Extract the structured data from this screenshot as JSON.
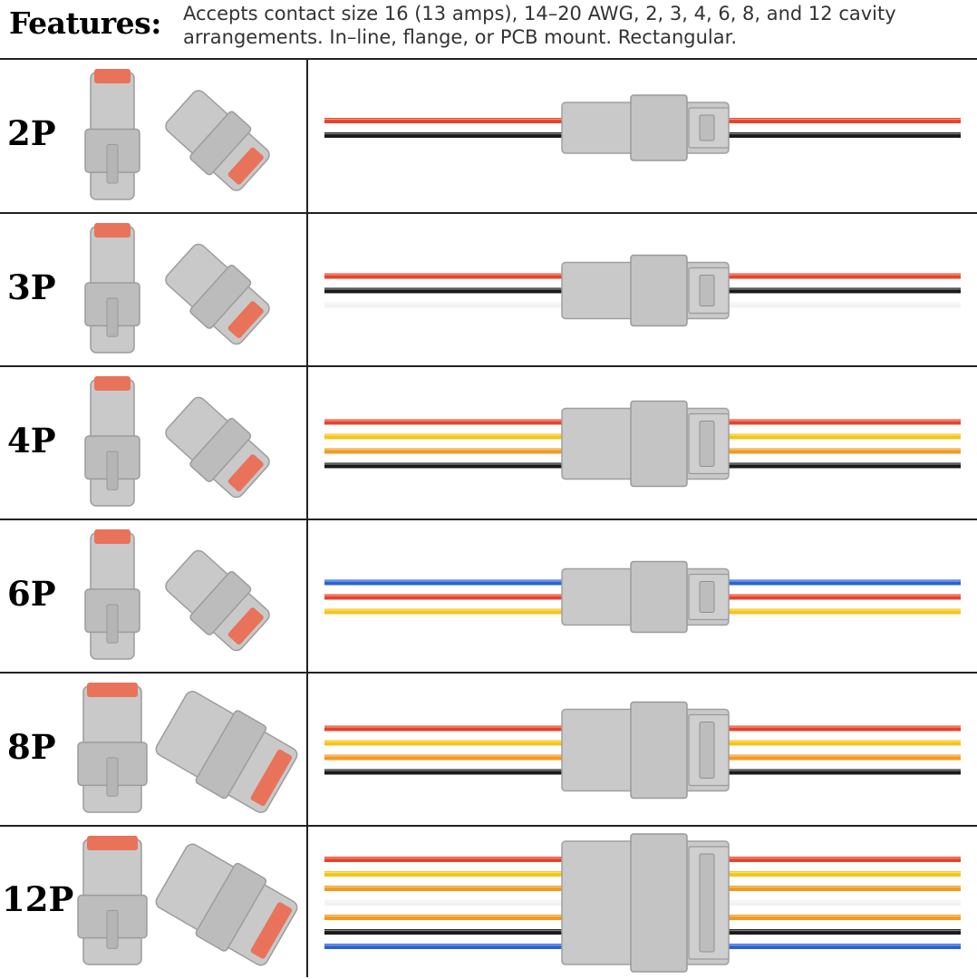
{
  "header": {
    "label": "Features:",
    "text": "Accepts contact size 16 (13 amps), 14–20 AWG, 2, 3, 4, 6, 8, and 12 cavity arrangements. In–line, flange, or PCB mount. Rectangular."
  },
  "colors": {
    "red": "#e8432a",
    "black": "#1a1a1a",
    "white": "#f2f2f2",
    "yellow": "#f5c518",
    "orange": "#f29a1f",
    "blue": "#2a62d6",
    "housing": "#c9c9c9",
    "contact": "#e8735a"
  },
  "rows": [
    {
      "label": "2P",
      "wires": [
        "red",
        "black"
      ]
    },
    {
      "label": "3P",
      "wires": [
        "red",
        "black",
        "white"
      ]
    },
    {
      "label": "4P",
      "wires": [
        "red",
        "yellow",
        "orange",
        "black"
      ]
    },
    {
      "label": "6P",
      "wires": [
        "blue",
        "red",
        "yellow"
      ]
    },
    {
      "label": "8P",
      "wires": [
        "red",
        "yellow",
        "orange",
        "black"
      ]
    },
    {
      "label": "12P",
      "wires": [
        "red",
        "yellow",
        "orange",
        "white",
        "orange",
        "black",
        "blue"
      ]
    }
  ]
}
